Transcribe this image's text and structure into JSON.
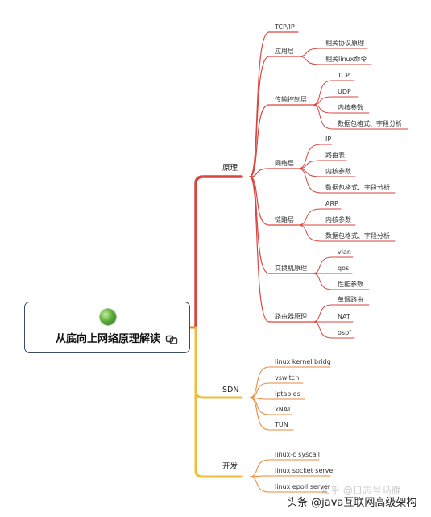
{
  "root": {
    "title": "从底向上网络原理解读",
    "icon": "globe-icon",
    "link_icon": "link-icon"
  },
  "colors": {
    "red": "#d9463f",
    "yellow": "#f2bd3b",
    "orange": "#ea8a3e",
    "node_box": "#3b4b63"
  },
  "branches": [
    {
      "label": "原理",
      "color": "#d9463f",
      "children": [
        {
          "label": "TCP/IP",
          "children": []
        },
        {
          "label": "应用层",
          "children": [
            "相关协议原理",
            "相关linux命令"
          ]
        },
        {
          "label": "传输控制层",
          "children": [
            "TCP",
            "UDP",
            "内核参数",
            "数据包格式、字段分析"
          ]
        },
        {
          "label": "网络层",
          "children": [
            "IP",
            "路由表",
            "内核参数",
            "数据包格式、字段分析"
          ]
        },
        {
          "label": "链路层",
          "children": [
            "ARP",
            "内核参数",
            "数据包格式、字段分析"
          ]
        },
        {
          "label": "交换机原理",
          "children": [
            "vlan",
            "qos",
            "性能参数"
          ]
        },
        {
          "label": "路由器原理",
          "children": [
            "单臂路由",
            "NAT",
            "ospf"
          ]
        }
      ]
    },
    {
      "label": "SDN",
      "color": "#f2bd3b",
      "children": [
        {
          "label": "linux kernel bridg",
          "children": []
        },
        {
          "label": "vswitch",
          "children": []
        },
        {
          "label": "iptables",
          "children": []
        },
        {
          "label": "xNAT",
          "children": []
        },
        {
          "label": "TUN",
          "children": []
        }
      ]
    },
    {
      "label": "开发",
      "color": "#f2bd3b",
      "children": [
        {
          "label": "linux-c  syscall",
          "children": []
        },
        {
          "label": "linux socket server",
          "children": []
        },
        {
          "label": "linux epoll server",
          "children": []
        }
      ]
    }
  ],
  "watermarks": {
    "zhihu": "知乎 @日志号马雁",
    "toutiao": "头条 @java互联网高级架构"
  }
}
